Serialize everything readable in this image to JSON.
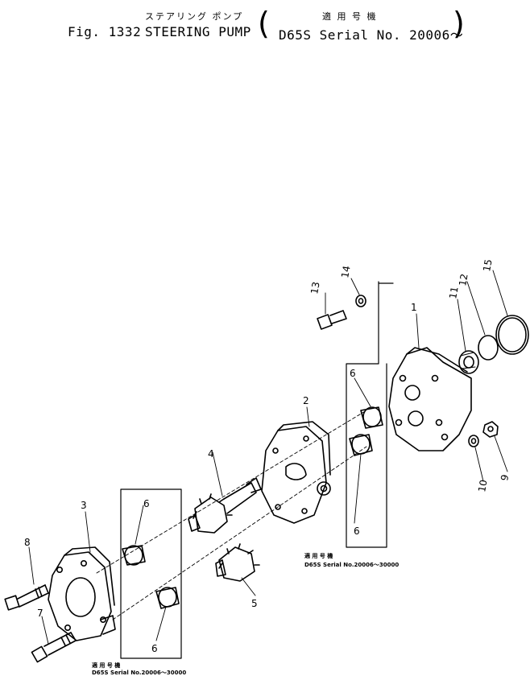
{
  "header": {
    "fig_number": "Fig. 1332",
    "title_jp": "ステアリング ポンプ",
    "title_en": "STEERING PUMP",
    "applicable_jp": "適 用 号 機",
    "applicable_en": "D65S  Serial  No. 20006～"
  },
  "callouts": [
    "1",
    "2",
    "3",
    "4",
    "5",
    "6",
    "6",
    "6",
    "6",
    "7",
    "8",
    "9",
    "10",
    "11",
    "12",
    "13",
    "14",
    "15"
  ],
  "notes": [
    {
      "jp": "適 用 号 機",
      "en": "D65S  Serial  No.20006～30000"
    },
    {
      "jp": "適 用 号 機",
      "en": "D65S  Serial  No.20006～30000"
    }
  ],
  "colors": {
    "ink": "#000000",
    "paper": "#ffffff"
  }
}
